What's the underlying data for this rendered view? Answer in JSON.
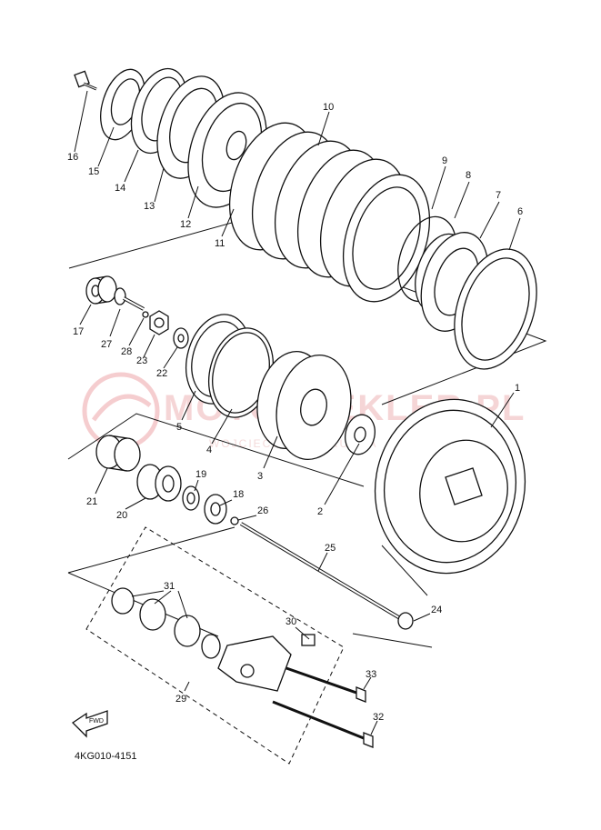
{
  "diagram": {
    "code": "4KG010-4151",
    "watermark": {
      "brand": "MOTOKLEKLER.PL",
      "tagline": "WOJCIECH ZAWIERUCHA"
    },
    "fwd_label": "FWD",
    "callouts": [
      {
        "id": "1",
        "label": "1"
      },
      {
        "id": "2",
        "label": "2"
      },
      {
        "id": "3",
        "label": "3"
      },
      {
        "id": "4",
        "label": "4"
      },
      {
        "id": "5",
        "label": "5"
      },
      {
        "id": "6",
        "label": "6"
      },
      {
        "id": "7",
        "label": "7"
      },
      {
        "id": "8",
        "label": "8"
      },
      {
        "id": "9",
        "label": "9"
      },
      {
        "id": "10",
        "label": "10"
      },
      {
        "id": "11",
        "label": "11"
      },
      {
        "id": "12",
        "label": "12"
      },
      {
        "id": "13",
        "label": "13"
      },
      {
        "id": "14",
        "label": "14"
      },
      {
        "id": "15",
        "label": "15"
      },
      {
        "id": "16",
        "label": "16"
      },
      {
        "id": "17",
        "label": "17"
      },
      {
        "id": "18",
        "label": "18"
      },
      {
        "id": "19",
        "label": "19"
      },
      {
        "id": "20",
        "label": "20"
      },
      {
        "id": "21",
        "label": "21"
      },
      {
        "id": "22",
        "label": "22"
      },
      {
        "id": "23",
        "label": "23"
      },
      {
        "id": "24",
        "label": "24"
      },
      {
        "id": "25",
        "label": "25"
      },
      {
        "id": "26",
        "label": "26"
      },
      {
        "id": "27",
        "label": "27"
      },
      {
        "id": "28",
        "label": "28"
      },
      {
        "id": "29",
        "label": "29"
      },
      {
        "id": "30",
        "label": "30"
      },
      {
        "id": "31",
        "label": "31"
      },
      {
        "id": "32",
        "label": "32"
      },
      {
        "id": "33",
        "label": "33"
      }
    ]
  }
}
